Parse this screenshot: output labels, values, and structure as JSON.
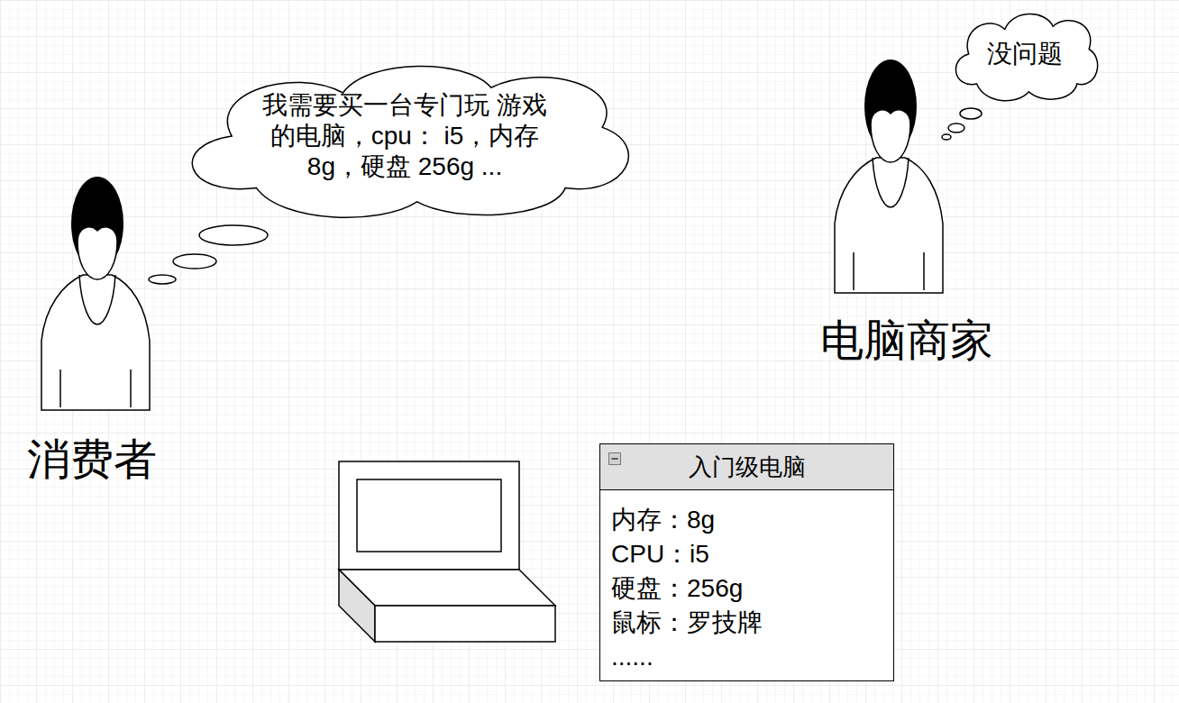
{
  "diagram": {
    "nodes": [
      {
        "text": [
          "我需要买一台专门玩 游戏的电脑，cpu： i5，内存8g，硬盘 256g ..."
        ]
      },
      {
        "text": [
          "没问题"
        ]
      },
      {
        "text": [
          "入门级电脑",
          "内存：8g",
          "CPU：i5",
          "硬盘：256g",
          "鼠标：罗技牌",
          "......"
        ]
      }
    ],
    "labels": [
      "消费者",
      "电脑商家"
    ]
  }
}
